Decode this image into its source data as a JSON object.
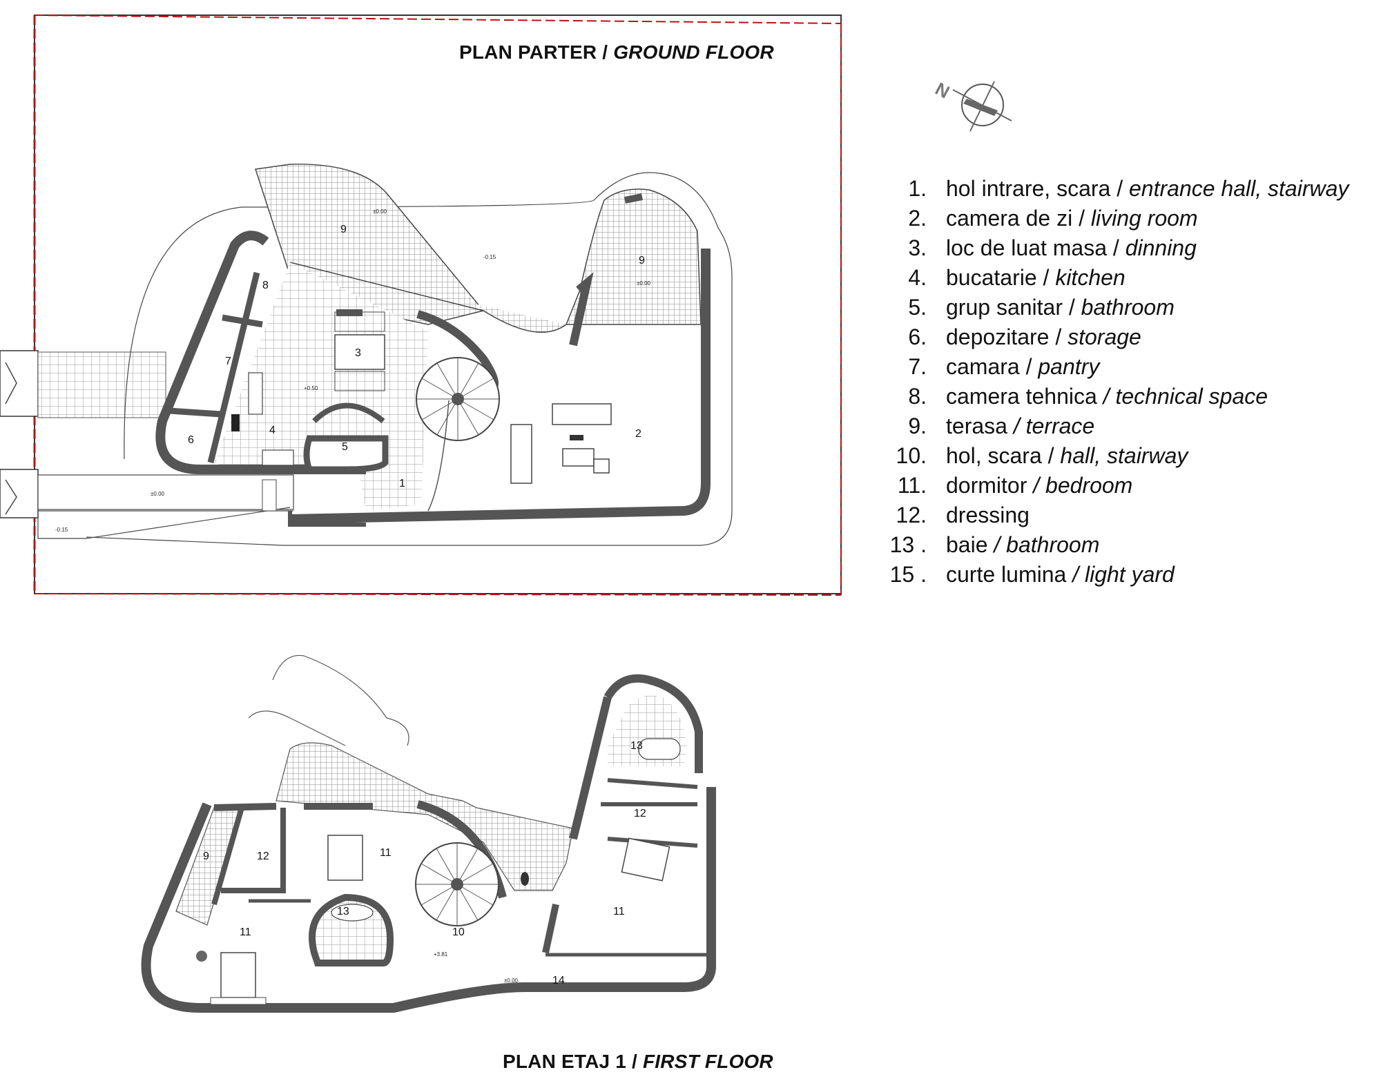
{
  "ground_floor": {
    "title_ro": "PLAN PARTER / ",
    "title_en": "GROUND FLOOR",
    "room_labels": [
      "1",
      "2",
      "3",
      "4",
      "5",
      "6",
      "7",
      "8",
      "9",
      "9"
    ],
    "levels": [
      "±0.00",
      "-0.15",
      "±0.00",
      "-0.15",
      "+0.50",
      "±0.00"
    ]
  },
  "first_floor": {
    "title_ro": "PLAN ETAJ 1 / ",
    "title_en": "FIRST FLOOR",
    "room_labels": [
      "9",
      "10",
      "11",
      "11",
      "11",
      "12",
      "12",
      "13",
      "13",
      "14"
    ],
    "levels": [
      "+3.81",
      "±0.00"
    ]
  },
  "compass": {
    "north_label": "N"
  },
  "legend": [
    {
      "num": "1.",
      "ro": "hol intrare, scara /",
      "en": "entrance hall, stairway"
    },
    {
      "num": "2.",
      "ro": "camera de zi /",
      "en": "living room"
    },
    {
      "num": "3.",
      "ro": "loc de luat masa /",
      "en": "dinning"
    },
    {
      "num": "4.",
      "ro": "bucatarie /",
      "en": "kitchen"
    },
    {
      "num": "5.",
      "ro": "grup sanitar /",
      "en": "bathroom"
    },
    {
      "num": "6.",
      "ro": "depozitare /",
      "en": "storage"
    },
    {
      "num": "7.",
      "ro": "camara /",
      "en": "pantry"
    },
    {
      "num": "8.",
      "ro": "camera tehnica",
      "en": "/ technical space"
    },
    {
      "num": "9.",
      "ro": "terasa",
      "en": "/ terrace"
    },
    {
      "num": "10.",
      "ro": "hol, scara /",
      "en": "hall, stairway"
    },
    {
      "num": "11.",
      "ro": "dormitor",
      "en": "/ bedroom"
    },
    {
      "num": "12.",
      "ro": "dressing",
      "en": ""
    },
    {
      "num": "13 .",
      "ro": "baie",
      "en": "/ bathroom"
    },
    {
      "num": "15 .",
      "ro": "curte lumina",
      "en": "/ light yard"
    }
  ]
}
